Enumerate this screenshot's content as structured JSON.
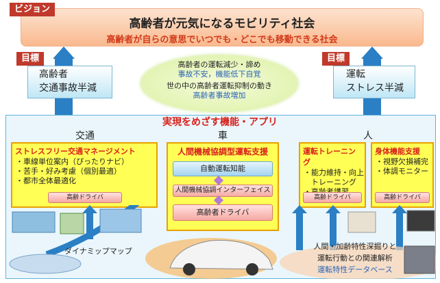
{
  "vision": {
    "tag": "ビジョン",
    "title": "高齢者が元気になるモビリティ社会",
    "subtitle": "高齢者が自らの意思でいつでも・どこでも移動できる社会"
  },
  "goal_left": {
    "tag": "目標",
    "line1": "高齢者",
    "line2": "交通事故半減"
  },
  "goal_right": {
    "tag": "目標",
    "line1": "運転",
    "line2": "ストレス半減"
  },
  "cloud": {
    "l1": "高齢者の運転減少・諦め",
    "l2": "事故不安，機能低下自覚",
    "l3": "世の中の高齢者運転抑制の動き",
    "l4": "高齢者事故増加"
  },
  "main_title": "実現をめざす機能・アプリ",
  "columns": {
    "traffic": "交通",
    "car": "車",
    "person": "人"
  },
  "traffic_box": {
    "heading": "ストレスフリー交通マネージメント",
    "items": [
      "・車線単位案内（ぴったりナビ）",
      "・苦手・好み考慮（個別最適）",
      "・都市全体最適化"
    ],
    "pill": "高齢ドライバ"
  },
  "car_box": {
    "heading": "人間機械協調型運転支援",
    "pill1": "自動運転知能",
    "pill2": "人間機械協調インターフェイス",
    "pill3": "高齢者ドライバ"
  },
  "training_box": {
    "heading": "運転トレーニング",
    "items": [
      "・能力維持・向上",
      "　トレーニング",
      "・高齢者講習"
    ],
    "pill": "高齢ドライバ"
  },
  "support_box": {
    "heading": "身体機能支援",
    "items": [
      "・視野欠損補完",
      "・体調モニター"
    ],
    "pill": "高齢ドライバ"
  },
  "dynamic_map": "ダイナミップマップ",
  "analysis": {
    "l1": "人間・加齢特性深掘りと",
    "l2": "運転行動との関連解析",
    "l3": "運転特性データベース"
  },
  "colors": {
    "accent_red": "#c0392b",
    "arrow_blue": "#2b7fc4",
    "box_yellow": "#ffff55"
  }
}
